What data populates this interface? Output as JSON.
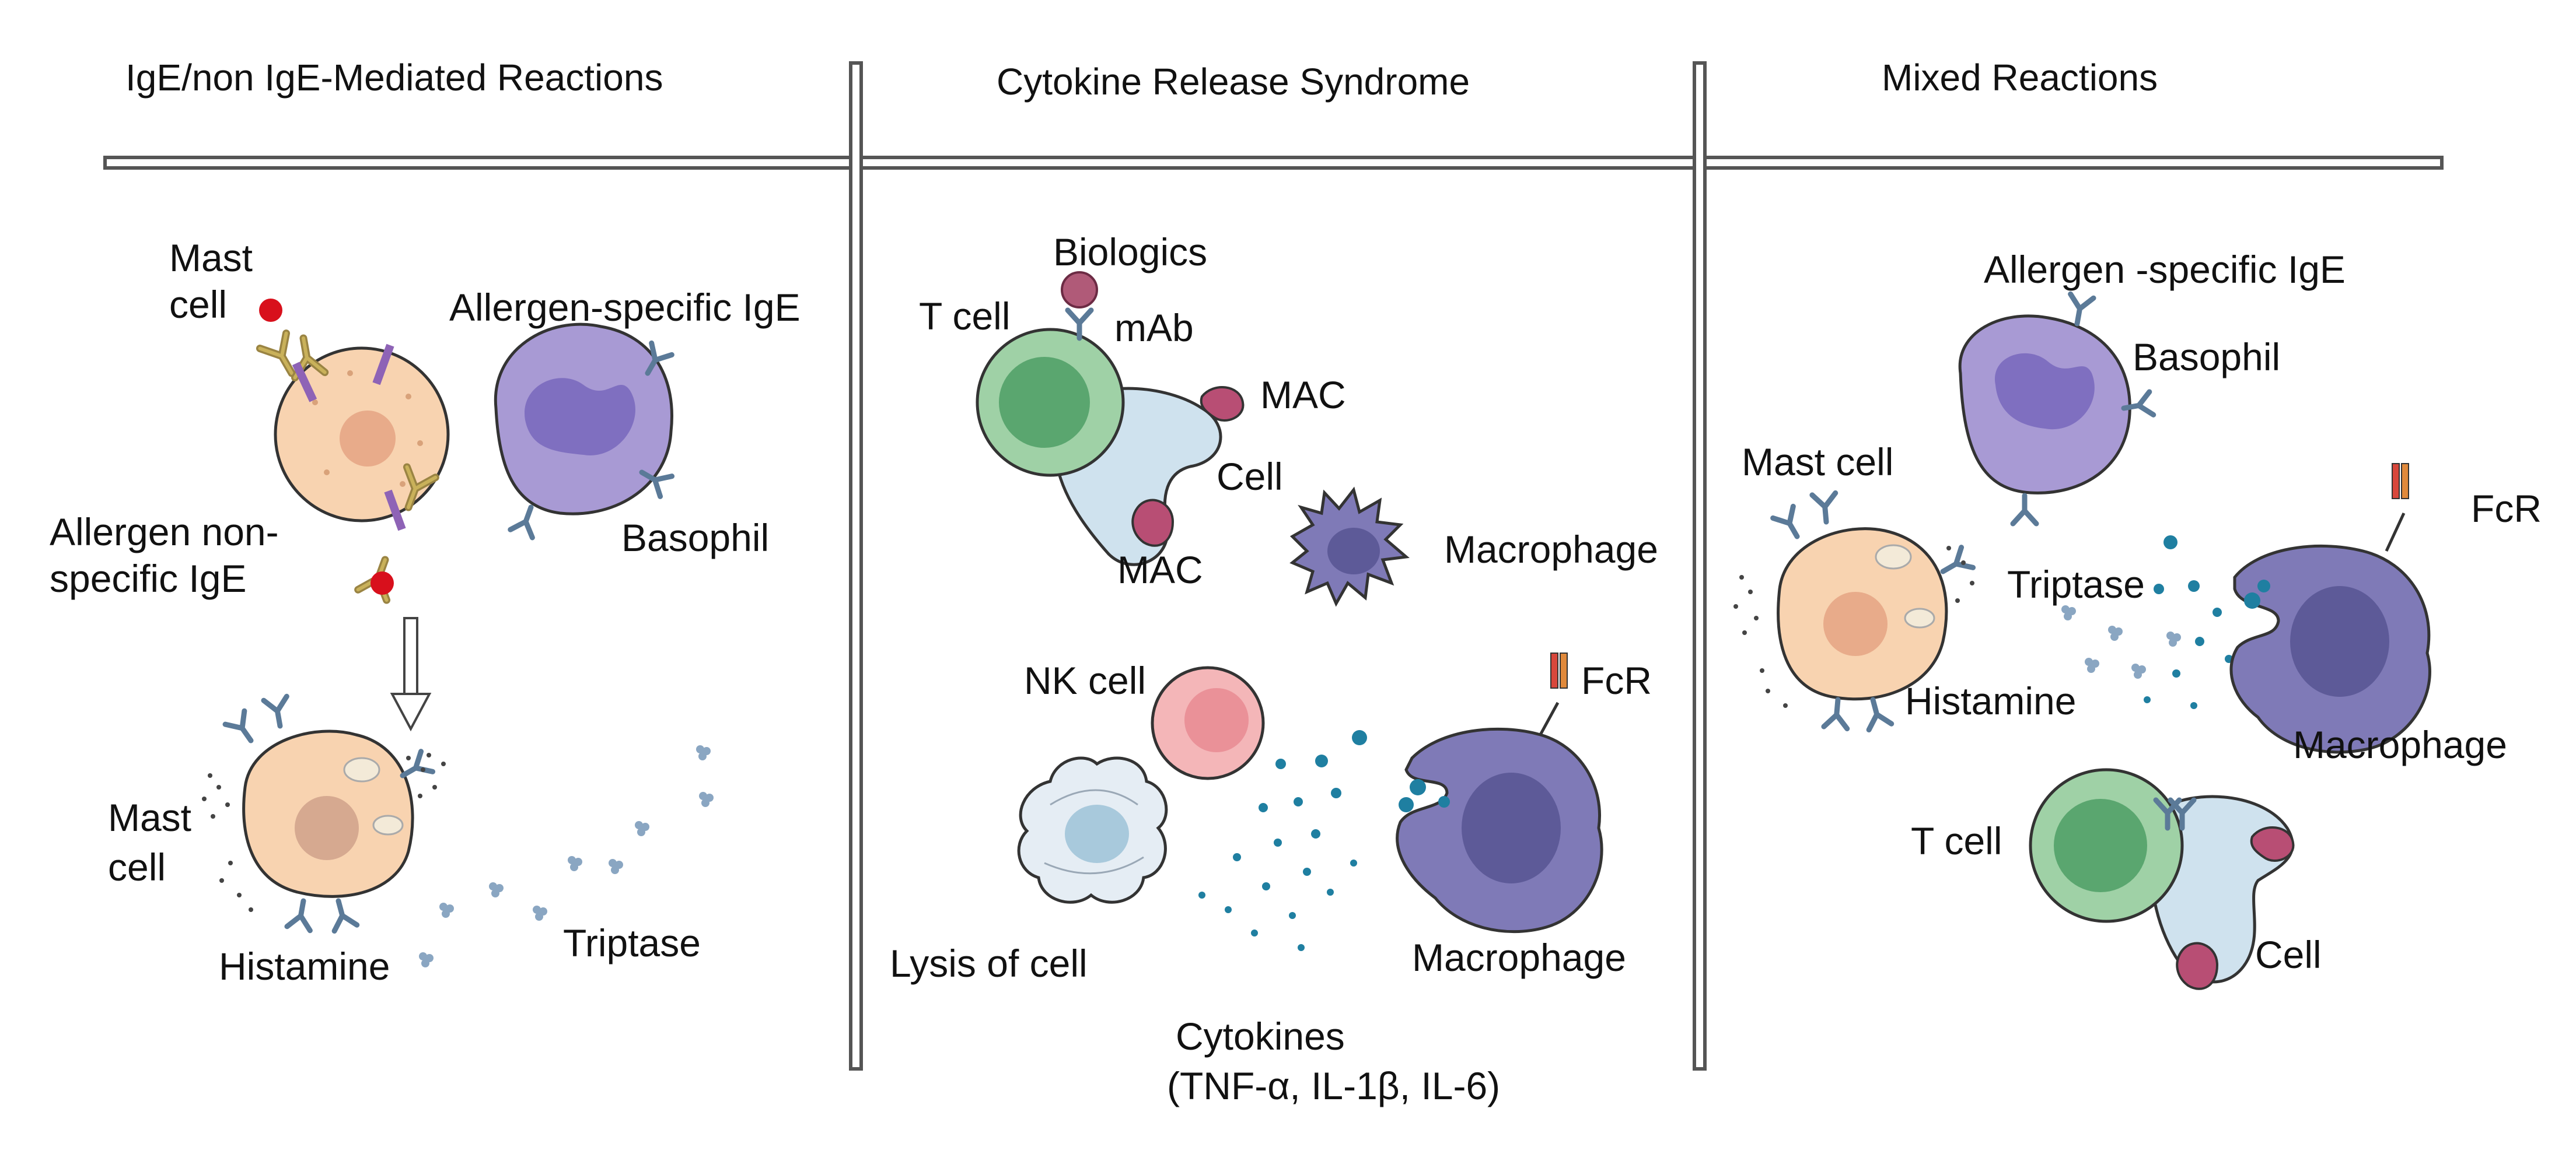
{
  "headers": {
    "left": "IgE/non IgE-Mediated Reactions",
    "middle": "Cytokine Release Syndrome",
    "right": "Mixed Reactions"
  },
  "left_panel": {
    "mast_cell_top_line1": "Mast",
    "mast_cell_top_line2": "cell",
    "allergen_specific_ige": "Allergen-specific IgE",
    "allergen_nonspecific_line1": "Allergen non-",
    "allergen_nonspecific_line2": "specific IgE",
    "basophil": "Basophil",
    "mast_cell_bottom_line1": "Mast",
    "mast_cell_bottom_line2": "cell",
    "histamine": "Histamine",
    "triptase": "Triptase"
  },
  "middle_panel": {
    "biologics": "Biologics",
    "t_cell": "T cell",
    "mab": "mAb",
    "mac_top": "MAC",
    "cell": "Cell",
    "mac_bottom": "MAC",
    "macrophage_top": "Macrophage",
    "nk_cell": "NK cell",
    "fcr": "FcR",
    "lysis_of_cell": "Lysis of cell",
    "macrophage_bottom": "Macrophage",
    "cytokines_line1": "Cytokines",
    "cytokines_line2": "(TNF-α, IL-1β, IL-6)"
  },
  "right_panel": {
    "allergen_specific_ige": "Allergen -specific IgE",
    "basophil": "Basophil",
    "mast_cell": "Mast cell",
    "fcr": "FcR",
    "triptase": "Triptase",
    "histamine": "Histamine",
    "macrophage": "Macrophage",
    "t_cell": "T cell",
    "cell": "Cell"
  },
  "colors": {
    "mast_cell": "#f8d3b0",
    "mast_nucleus": "#e8ab8a",
    "basophil": "#a89ad4",
    "basophil_nucleus": "#7f6fc0",
    "t_cell": "#9fd1a6",
    "t_nucleus": "#5aa66f",
    "target_cell": "#cfe2ee",
    "mac_complex": "#b84e74",
    "macrophage": "#7f7ab7",
    "macrophage_nucleus": "#5d5a98",
    "nk_cell": "#f4b6b8",
    "lysed_cell": "#e5edf4",
    "cytokine_dot": "#1f7fa1",
    "antibody": "#bca13f",
    "red_allergen": "#d8101c",
    "divider": "#555555"
  }
}
